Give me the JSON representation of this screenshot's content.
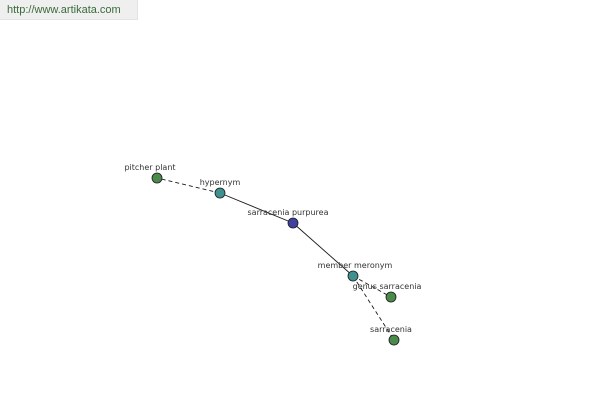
{
  "header": {
    "url": "http://www.artikata.com"
  },
  "colors": {
    "term_node": "#4040a0",
    "relation_node": "#409090",
    "related_node": "#4a8a4a",
    "node_stroke": "#1a1a1a",
    "edge": "#1a1a1a"
  },
  "graph": {
    "nodes": [
      {
        "id": "n0",
        "label": "pitcher plant",
        "kind": "related"
      },
      {
        "id": "n1",
        "label": "hypernym",
        "kind": "relation"
      },
      {
        "id": "n2",
        "label": "sarracenia purpurea",
        "kind": "term"
      },
      {
        "id": "n3",
        "label": "member meronym",
        "kind": "relation"
      },
      {
        "id": "n4",
        "label": "genus sarracenia",
        "kind": "related"
      },
      {
        "id": "n5",
        "label": "sarracenia",
        "kind": "related"
      }
    ],
    "edges": [
      {
        "from": "n1",
        "to": "n0",
        "style": "dashed"
      },
      {
        "from": "n2",
        "to": "n1",
        "style": "solid"
      },
      {
        "from": "n2",
        "to": "n3",
        "style": "solid"
      },
      {
        "from": "n3",
        "to": "n4",
        "style": "dashed"
      },
      {
        "from": "n3",
        "to": "n5",
        "style": "dashed"
      }
    ]
  }
}
